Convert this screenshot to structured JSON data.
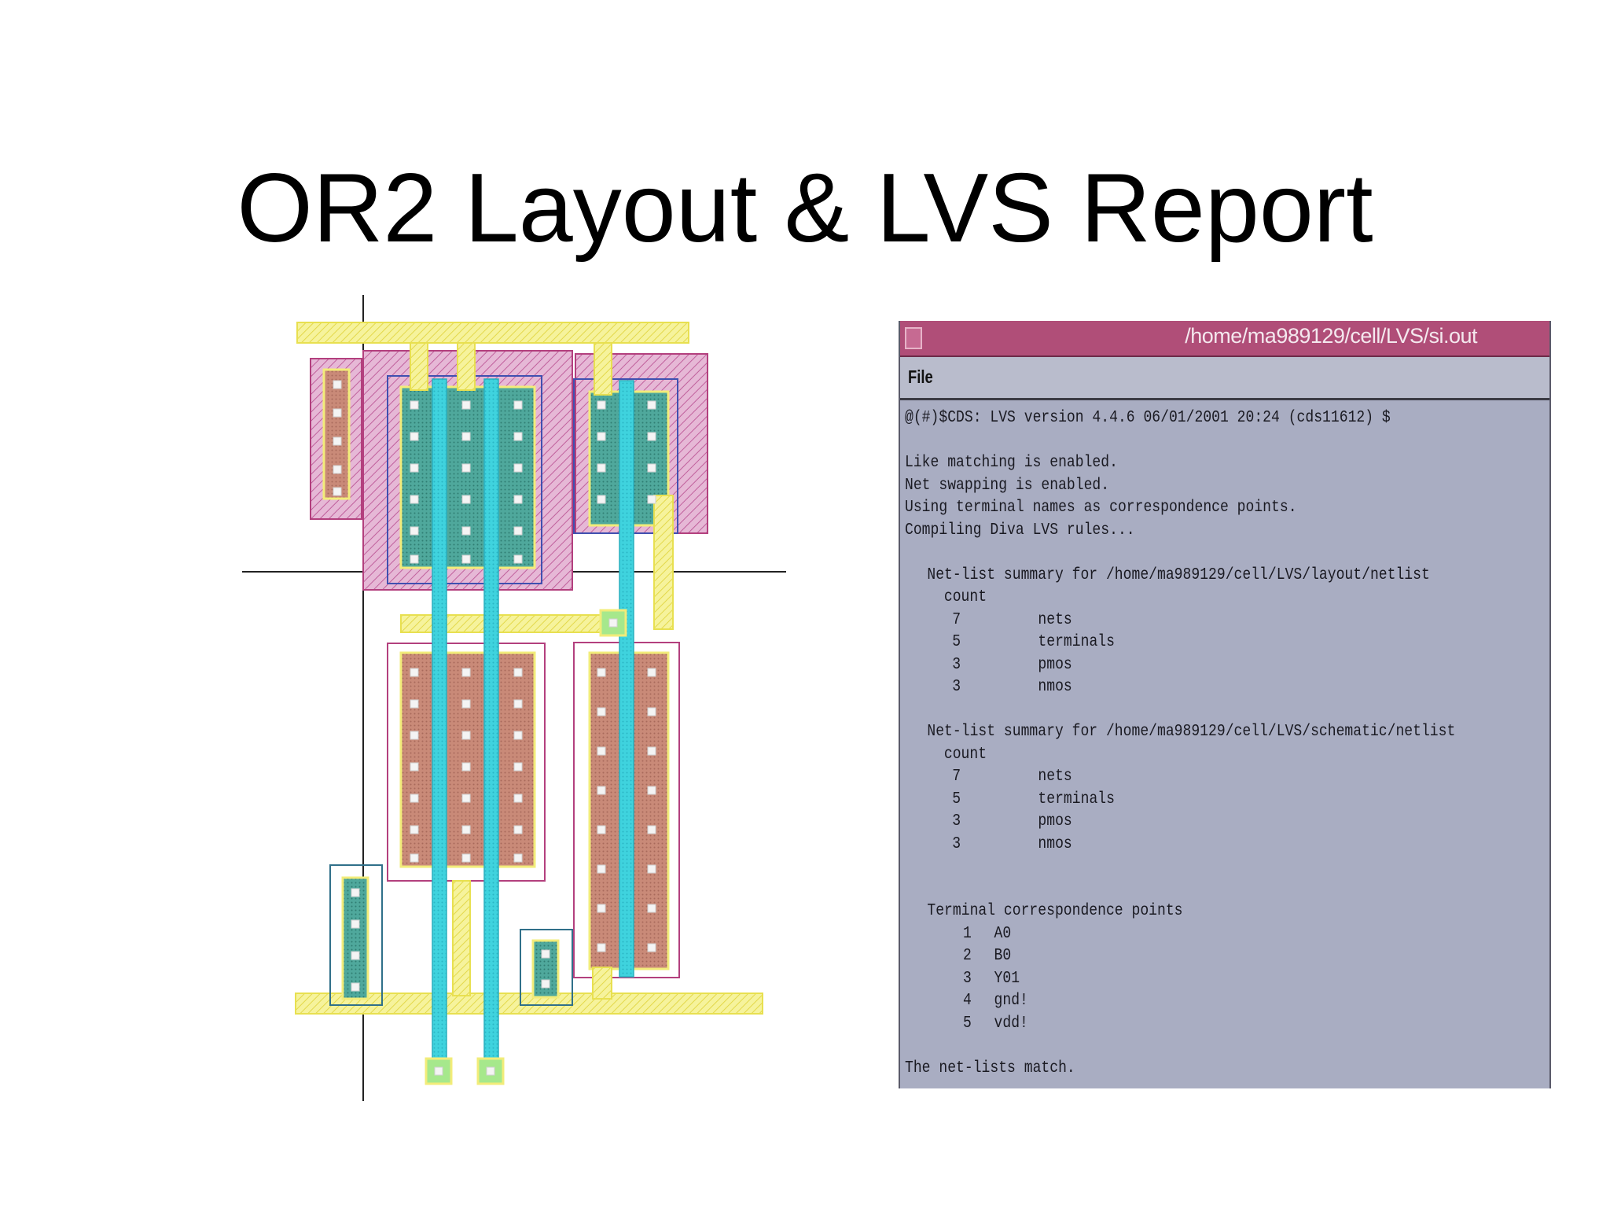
{
  "slide": {
    "title": "OR2 Layout & LVS Report"
  },
  "window": {
    "title": "/home/ma989129/cell/LVS/si.out",
    "menu": {
      "file": "File"
    }
  },
  "report": {
    "header": "@(#)$CDS: LVS version 4.4.6 06/01/2001 20:24 (cds11612) $",
    "messages": [
      "Like matching is enabled.",
      "Net swapping is enabled.",
      "Using terminal names as correspondence points.",
      "Compiling Diva LVS rules..."
    ],
    "layout_summary": {
      "heading": "Net-list summary for /home/ma989129/cell/LVS/layout/netlist",
      "count_label": "count",
      "rows": [
        {
          "count": "7",
          "name": "nets"
        },
        {
          "count": "5",
          "name": "terminals"
        },
        {
          "count": "3",
          "name": "pmos"
        },
        {
          "count": "3",
          "name": "nmos"
        }
      ]
    },
    "schematic_summary": {
      "heading": "Net-list summary for /home/ma989129/cell/LVS/schematic/netlist",
      "count_label": "count",
      "rows": [
        {
          "count": "7",
          "name": "nets"
        },
        {
          "count": "5",
          "name": "terminals"
        },
        {
          "count": "3",
          "name": "pmos"
        },
        {
          "count": "3",
          "name": "nmos"
        }
      ]
    },
    "terminals": {
      "heading": "Terminal correspondence points",
      "rows": [
        {
          "num": "1",
          "name": "A0"
        },
        {
          "num": "2",
          "name": "B0"
        },
        {
          "num": "3",
          "name": "Y01"
        },
        {
          "num": "4",
          "name": "gnd!"
        },
        {
          "num": "5",
          "name": "vdd!"
        }
      ]
    },
    "result": "The net-lists match."
  },
  "colors": {
    "metal1": "#f2ec7a",
    "poly": "#3fd3de",
    "nwell": "#d9a2c8",
    "pdiff": "#c98a78",
    "ndiff": "#4fa89c",
    "titlebar": "#b04e78",
    "console_bg": "#a9adc2"
  }
}
